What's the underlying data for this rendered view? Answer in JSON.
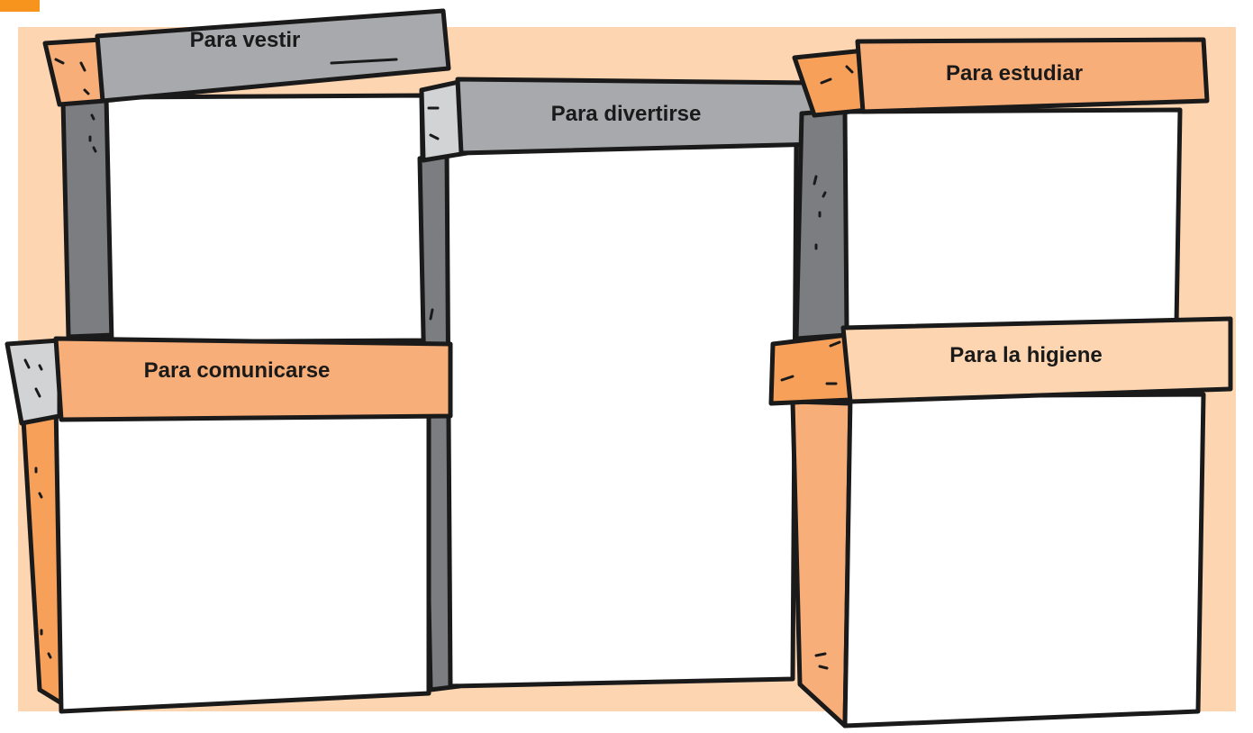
{
  "colors": {
    "background": "#fdd5b1",
    "accent_tab": "#f7941d",
    "orange_dark": "#f7a05a",
    "orange_mid": "#f8ae78",
    "orange_light": "#fdd5b1",
    "gray_dark": "#7b7d80",
    "gray_mid": "#a7a9ac",
    "gray_light": "#d1d3d4",
    "outline": "#1a1a1a",
    "box_face": "#ffffff"
  },
  "boxes": [
    {
      "id": "vestir",
      "label": "Para vestir",
      "theme": "gray"
    },
    {
      "id": "divertirse",
      "label": "Para divertirse",
      "theme": "gray"
    },
    {
      "id": "estudiar",
      "label": "Para estudiar",
      "theme": "orange"
    },
    {
      "id": "comunicarse",
      "label": "Para comunicarse",
      "theme": "orange"
    },
    {
      "id": "higiene",
      "label": "Para la higiene",
      "theme": "orange-light"
    }
  ]
}
